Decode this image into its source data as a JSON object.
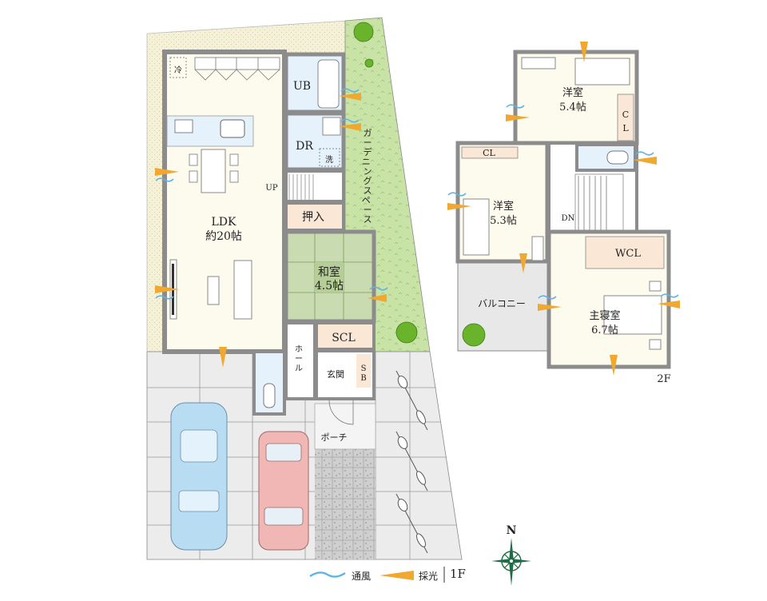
{
  "floor1": {
    "label": "1F",
    "rooms": {
      "ldk_name": "LDK",
      "ldk_size": "約20帖",
      "fridge": "冷",
      "ub": "UB",
      "dr": "DR",
      "wash": "洗",
      "up": "UP",
      "oshiire": "押入",
      "washitsu_name": "和室",
      "washitsu_size": "4.5帖",
      "scl": "SCL",
      "hall": "ホール",
      "genkan": "玄関",
      "sb_s": "S",
      "sb_b": "B",
      "porch": "ポーチ",
      "garden": "ガーデニングスペース"
    }
  },
  "floor2": {
    "label": "2F",
    "rooms": {
      "yoshitsu1_name": "洋室",
      "yoshitsu1_size": "5.4帖",
      "cl_vertical_c": "C",
      "cl_vertical_l": "L",
      "cl_horizontal": "CL",
      "yoshitsu2_name": "洋室",
      "yoshitsu2_size": "5.3帖",
      "dn": "DN",
      "wcl": "WCL",
      "balcony": "バルコニー",
      "master_name": "主寝室",
      "master_size": "6.7帖"
    }
  },
  "legend": {
    "ventilation": "通風",
    "daylight": "採光",
    "floor": "1F"
  },
  "compass": {
    "north": "N"
  },
  "colors": {
    "wall": "#8c8c8c",
    "floor_living": "#fdfbee",
    "floor_wet": "#e6f2fb",
    "tatami": "#c9dbb0",
    "storage": "#fbe7d6",
    "garden": "#c9e3a6",
    "yard": "#f3f0d6",
    "paving": "#ececec",
    "balcony": "#e8e8e8",
    "vent": "#5fb4e3",
    "light": "#f0a830",
    "compass": "#1f6b45",
    "tree": "#6ab42c"
  }
}
